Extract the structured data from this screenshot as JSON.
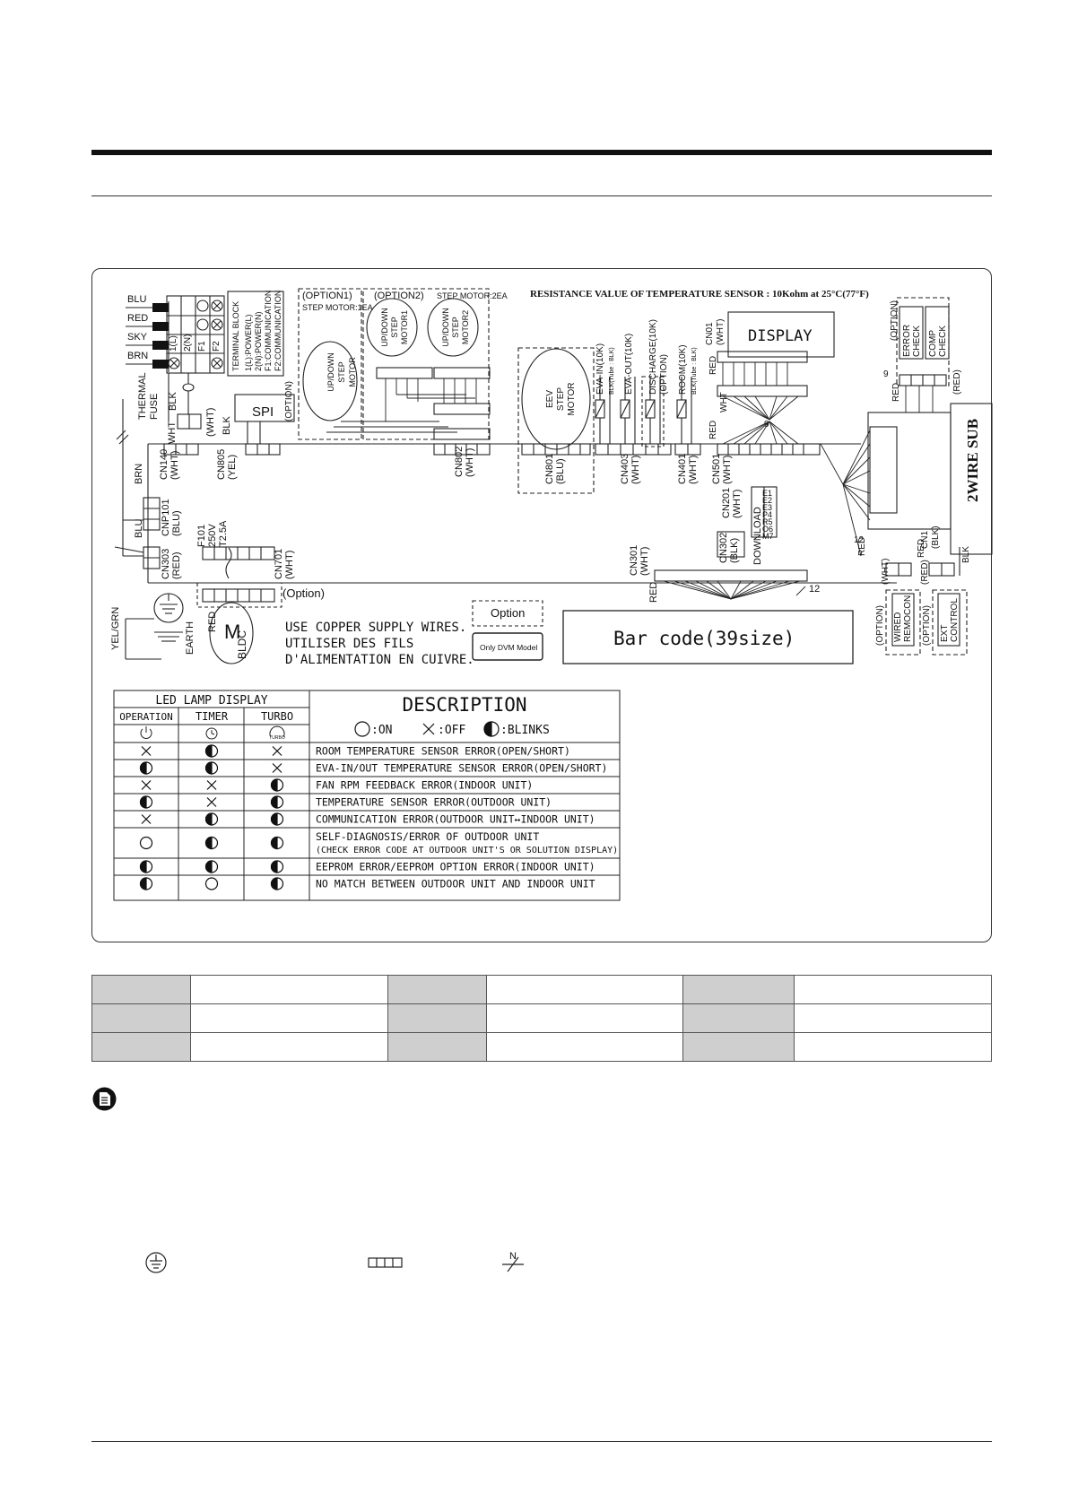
{
  "header": {
    "title": ""
  },
  "terminal": {
    "wires": [
      "BLU",
      "RED",
      "SKY",
      "BRN"
    ],
    "labels_row": [
      "1(L)",
      "2(N)",
      "F1",
      "F2"
    ],
    "block_title": "TERMINAL BLOCK",
    "block_lines": [
      "1(L):POWER(L)",
      "2(N):POWER(N)",
      "F1:COMMUNICATION",
      "F2:COMMUNICATION"
    ],
    "thermal_fuse": [
      "THERMAL",
      "FUSE"
    ],
    "fuse_wires": [
      "WHT",
      "BLK"
    ]
  },
  "options": {
    "option1": "(OPTION1)",
    "option1_note": "STEP MOTOR:1EA",
    "option2": "(OPTION2)",
    "option2_note": "STEP MOTOR:2EA",
    "motor_updown": [
      "UP/DOWN",
      "STEP",
      "MOTOR"
    ],
    "motor1": [
      "UP/DOWN",
      "STEP",
      "MOTOR1"
    ],
    "motor2": [
      "UP/DOWN",
      "STEP",
      "MOTOR2"
    ],
    "eev": [
      "EEV",
      "STEP",
      "MOTOR"
    ]
  },
  "resistance_note": "RESISTANCE VALUE OF TEMPERATURE SENSOR : 10Kohm at 25°C(77°F)",
  "sensors": {
    "eva_in": "EVA-IN(10K)",
    "eva_in_sub": "BLK(Tube : BLK)",
    "eva_out": "EVA-OUT(10K)",
    "discharge": "DISCHARGE(10K)",
    "discharge_opt": "(OPTION)",
    "room": "ROOM(10K)",
    "room_sub": "BLK(Tube : BLK)"
  },
  "display": {
    "label": "DISPLAY",
    "connector": "CN01",
    "color": "(WHT)"
  },
  "connectors": {
    "cn140": [
      "CN140",
      "(WHT)"
    ],
    "cn805": [
      "CN805",
      "(YEL)"
    ],
    "cnp101": [
      "CNP101",
      "(BLU)"
    ],
    "cn303": [
      "CN303",
      "(RED)"
    ],
    "cn802": [
      "CN802",
      "(WHT)"
    ],
    "cn801": [
      "CN801",
      "(BLU)"
    ],
    "cn403": [
      "CN403",
      "(WHT)"
    ],
    "cn401": [
      "CN401",
      "(WHT)"
    ],
    "cn501": [
      "CN501",
      "(WHT)"
    ],
    "cn201": [
      "CN201",
      "(WHT)"
    ],
    "cn302": [
      "CN302",
      "(BLK)"
    ],
    "cn301": [
      "CN301",
      "(WHT)"
    ],
    "cn701": [
      "CN701",
      "(WHT)"
    ],
    "cn1": [
      "CN1",
      "(BLK)"
    ]
  },
  "fuse": [
    "F101",
    "250V",
    "T2.5A"
  ],
  "spi": "SPI",
  "option_tag": "(OPTION)",
  "option_paren": "(Option)",
  "download": "DOWNLOAD",
  "eprom": [
    "E1",
    "E2",
    "E3",
    "P4",
    "R5",
    "O6",
    "M7"
  ],
  "twowire": "2WIRE SUB",
  "error_check": [
    "ERROR",
    "CHECK"
  ],
  "comp_check": [
    "COMP",
    "CHECK"
  ],
  "wired_remocon": [
    "WIRED",
    "REMOCON"
  ],
  "ext_control": [
    "EXT",
    "CONTROL"
  ],
  "misc_wires": {
    "red": "RED",
    "blk": "BLK",
    "wht": "WHT",
    "brn": "BRN",
    "blu": "BLU",
    "yelgrn": "YEL/GRN",
    "earth": "EARTH",
    "nine": "9",
    "twelve": "12",
    "wht_paren": "(WHT)",
    "red_paren": "(RED)"
  },
  "motor_bldc": [
    "M",
    "BLDC"
  ],
  "copper_note": [
    "USE COPPER SUPPLY WIRES.",
    "UTILISER DES FILS",
    "D'ALIMENTATION EN CUIVRE."
  ],
  "legend": {
    "option": "Option",
    "dvm": "Only DVM Model"
  },
  "barcode": "Bar code(39size)",
  "led_table": {
    "group": "LED LAMP DISPLAY",
    "cols": [
      "OPERATION",
      "TIMER",
      "TURBO"
    ],
    "desc_title": "DESCRIPTION",
    "legend_on": ":ON",
    "legend_off": ":OFF",
    "legend_blink": ":BLINKS",
    "turbo_icon_text": "TURBO",
    "rows": [
      {
        "s": [
          "off",
          "blink",
          "off"
        ],
        "d": "ROOM TEMPERATURE SENSOR ERROR(OPEN/SHORT)"
      },
      {
        "s": [
          "blink",
          "blink",
          "off"
        ],
        "d": "EVA-IN/OUT TEMPERATURE SENSOR ERROR(OPEN/SHORT)"
      },
      {
        "s": [
          "off",
          "off",
          "blink"
        ],
        "d": "FAN RPM FEEDBACK ERROR(INDOOR UNIT)"
      },
      {
        "s": [
          "blink",
          "off",
          "blink"
        ],
        "d": "TEMPERATURE SENSOR ERROR(OUTDOOR UNIT)"
      },
      {
        "s": [
          "off",
          "blink",
          "blink"
        ],
        "d": "COMMUNICATION ERROR(OUTDOOR UNIT↔INDOOR UNIT)"
      },
      {
        "s": [
          "on",
          "blink",
          "blink"
        ],
        "d": "SELF-DIAGNOSIS/ERROR OF OUTDOOR UNIT",
        "d2": "(CHECK ERROR CODE AT OUTDOOR UNIT'S OR SOLUTION DISPLAY)"
      },
      {
        "s": [
          "blink",
          "blink",
          "blink"
        ],
        "d": "EEPROM ERROR/EEPROM OPTION ERROR(INDOOR UNIT)"
      },
      {
        "s": [
          "blink",
          "on",
          "blink"
        ],
        "d": "NO MATCH BETWEEN OUTDOOR UNIT AND INDOOR UNIT"
      }
    ]
  }
}
